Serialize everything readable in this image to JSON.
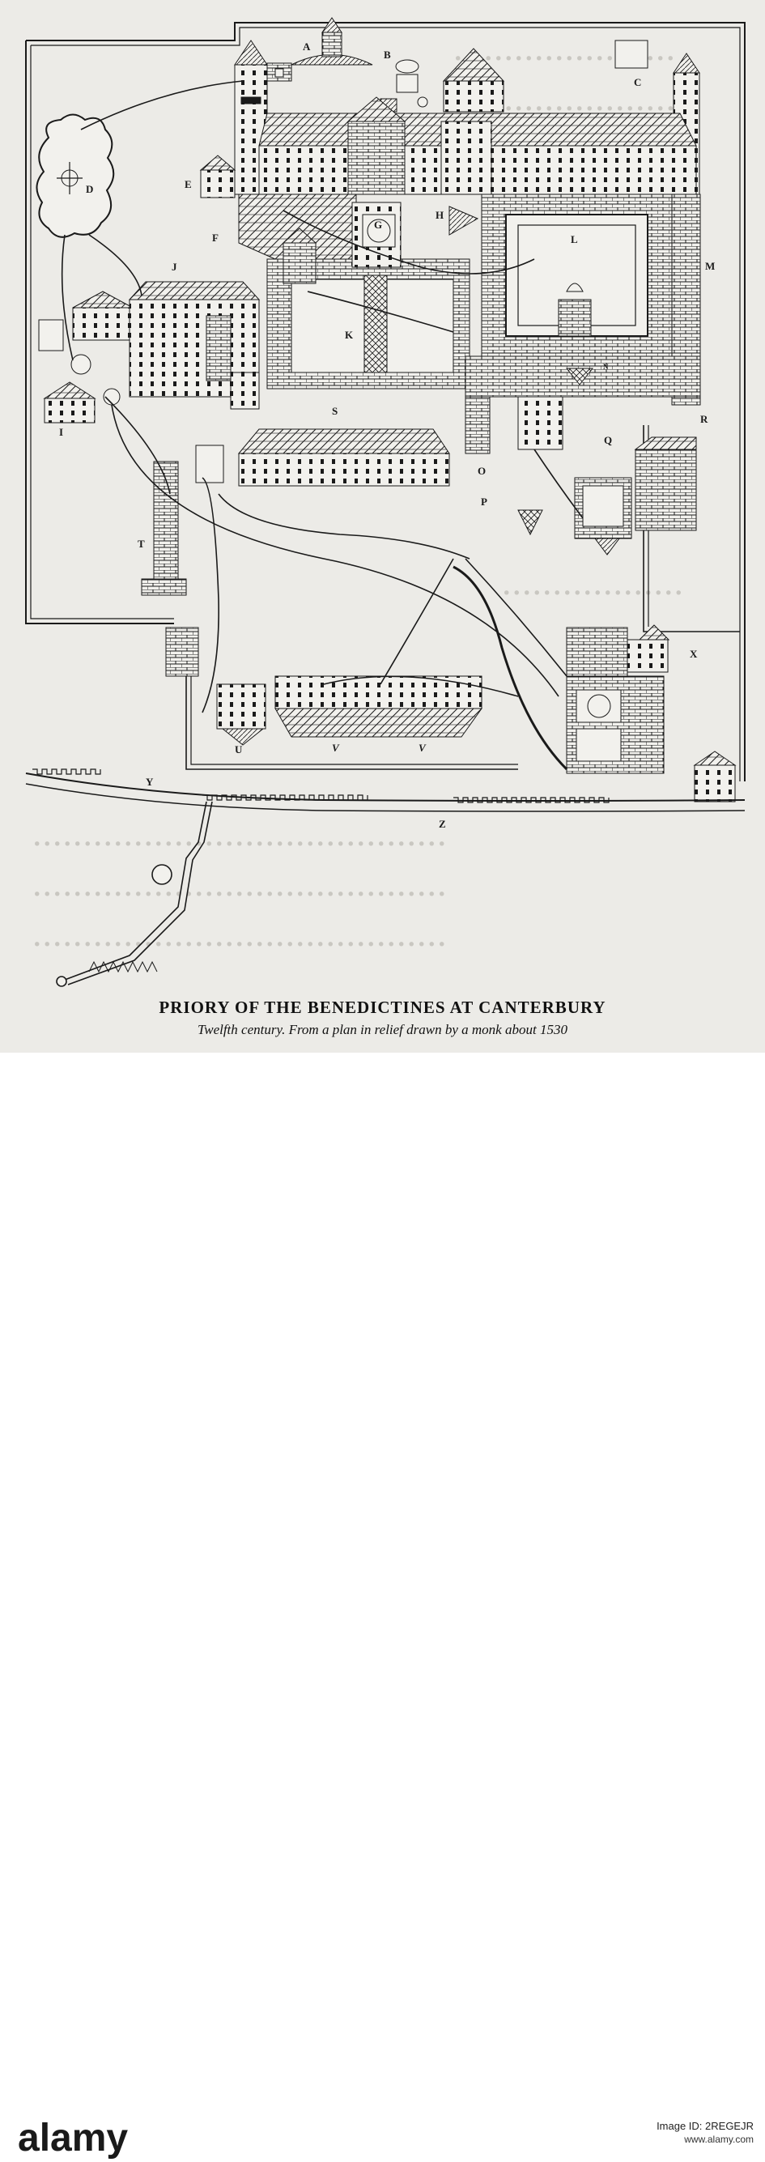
{
  "caption": {
    "title": "PRIORY OF THE BENEDICTINES AT CANTERBURY",
    "subtitle": "Twelfth century.   From a plan in relief drawn by a monk about 1530"
  },
  "plan_labels": {
    "A": "A",
    "B": "B",
    "C": "C",
    "D": "D",
    "E": "E",
    "F": "F",
    "G": "G",
    "H": "H",
    "I": "I",
    "J": "J",
    "K": "K",
    "L": "L",
    "M": "M",
    "N": "N",
    "O": "O",
    "P": "P",
    "Q": "Q",
    "R": "R",
    "S": "S",
    "T": "T",
    "U": "U",
    "V1": "V",
    "V2": "V",
    "X": "X",
    "Y": "Y",
    "Z": "Z"
  },
  "watermark": {
    "brand": "alamy",
    "line1": "Image ID: 2REGEJR",
    "line2": "www.alamy.com"
  },
  "colors": {
    "paper": "#ecebe7",
    "ink": "#1a1a1a",
    "footer": "#ffffff"
  }
}
